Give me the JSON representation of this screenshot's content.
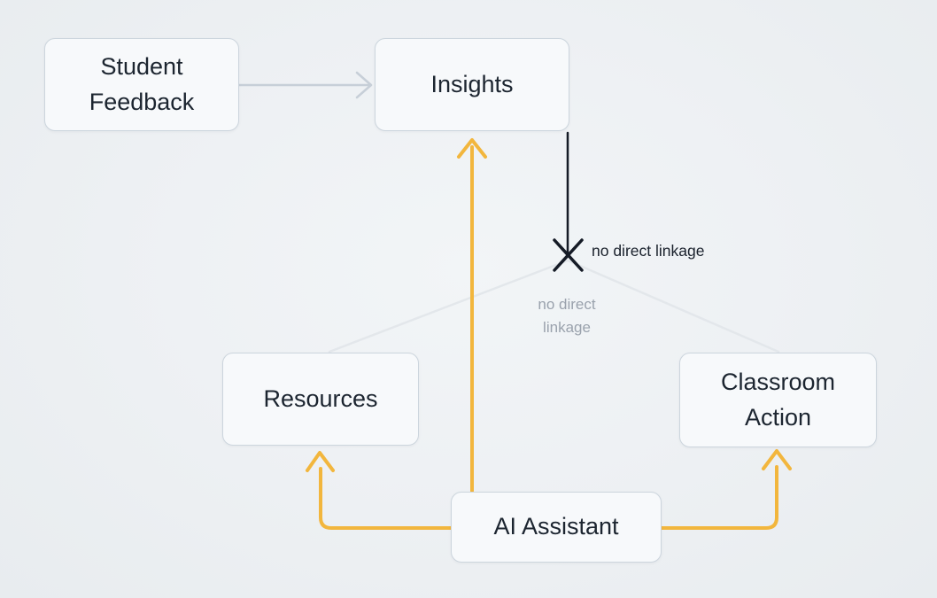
{
  "diagram": {
    "nodes": {
      "student_feedback": {
        "label": "Student Feedback"
      },
      "insights": {
        "label": "Insights"
      },
      "resources": {
        "label": "Resources"
      },
      "classroom_action": {
        "label": "Classroom Action"
      },
      "ai_assistant": {
        "label": "AI Assistant"
      }
    },
    "annotations": {
      "blocked_label": "no direct linkage",
      "faint_label_line1": "no direct",
      "faint_label_line2": "linkage"
    },
    "edges": [
      {
        "from": "student_feedback",
        "to": "insights",
        "type": "arrow",
        "color": "gray"
      },
      {
        "from": "insights",
        "to": "resources",
        "type": "blocked",
        "label": "no direct linkage",
        "color": "faint"
      },
      {
        "from": "insights",
        "to": "classroom_action",
        "type": "blocked",
        "label": "no direct linkage",
        "color": "faint"
      },
      {
        "from": "ai_assistant",
        "to": "insights",
        "type": "arrow",
        "color": "yellow"
      },
      {
        "from": "ai_assistant",
        "to": "resources",
        "type": "arrow",
        "color": "yellow"
      },
      {
        "from": "ai_assistant",
        "to": "classroom_action",
        "type": "arrow",
        "color": "yellow"
      }
    ],
    "colors": {
      "yellow": "#F2B63D",
      "black_line": "#151B26",
      "gray_arrow": "#C7CFD8",
      "faint_line": "#E3E7EB",
      "faint_text": "#9AA2AD",
      "node_border": "#CCD5DD",
      "node_fill": "#F7F9FB",
      "node_text": "#1C2530",
      "background": "#EDF0F3"
    }
  }
}
